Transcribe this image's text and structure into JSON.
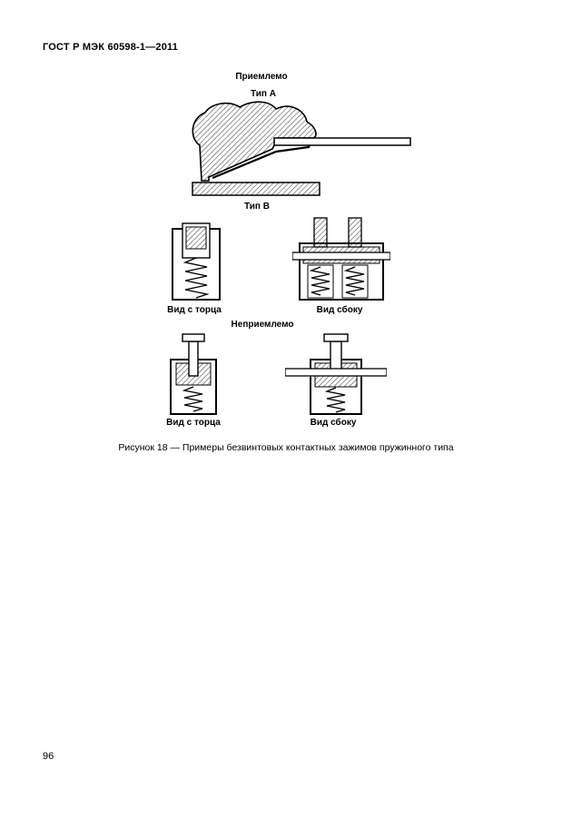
{
  "document": {
    "header": "ГОСТ Р МЭК 60598-1—2011",
    "page_number": "96"
  },
  "figure": {
    "acceptable_label": "Приемлемо",
    "type_a_label": "Тип А",
    "type_b_label": "Тип В",
    "acceptable_end_view_label": "Вид с торца",
    "acceptable_side_view_label": "Вид сбоку",
    "unacceptable_label": "Неприемлемо",
    "unacceptable_end_view_label": "Вид с торца",
    "unacceptable_side_view_label": "Вид сбоку",
    "caption": "Рисунок 18 — Примеры безвинтовых контактных зажимов пружинного типа"
  }
}
